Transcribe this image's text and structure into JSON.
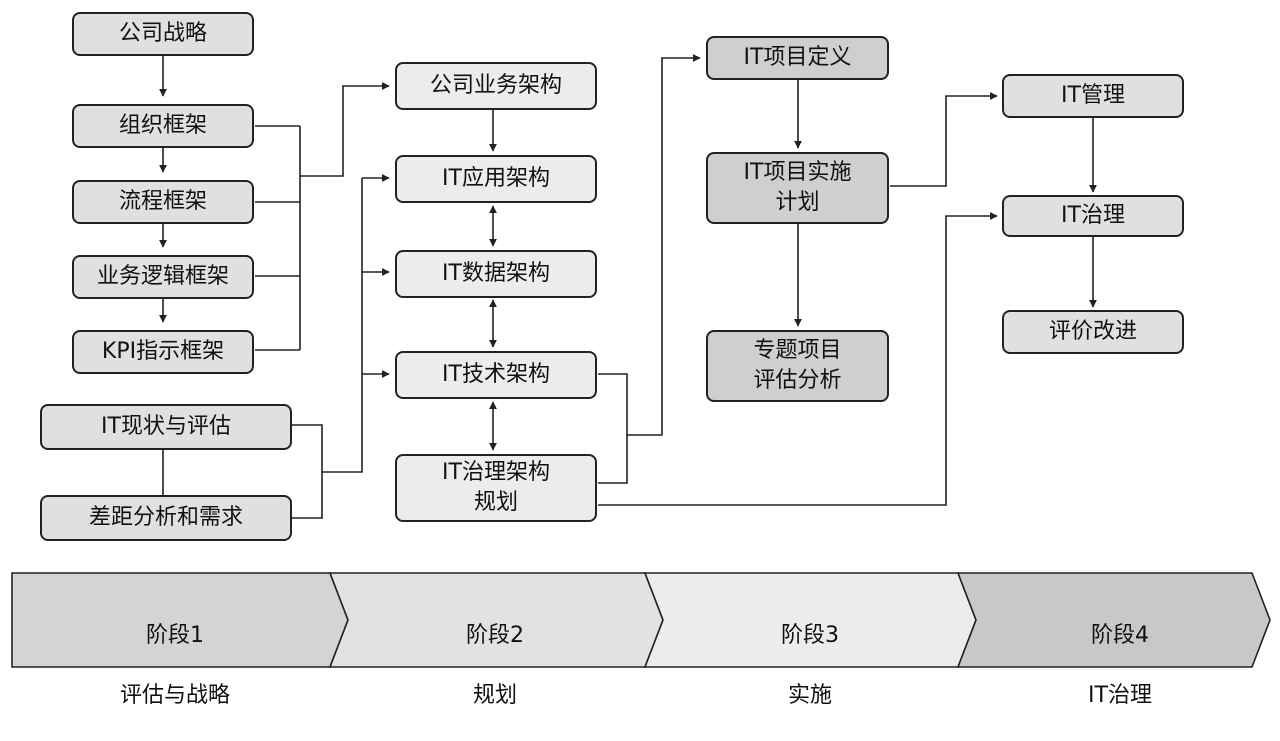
{
  "phase1": {
    "corporate_strategy": "公司战略",
    "org_framework": "组织框架",
    "process_framework": "流程框架",
    "business_logic_framework": "业务逻辑框架",
    "kpi_framework": "KPI指示框架",
    "it_status_assessment": "IT现状与评估",
    "gap_analysis": "差距分析和需求"
  },
  "phase2": {
    "business_architecture": "公司业务架构",
    "it_application_architecture": "IT应用架构",
    "it_data_architecture": "IT数据架构",
    "it_technology_architecture": "IT技术架构",
    "it_governance_planning": "IT治理架构\n规划"
  },
  "phase3": {
    "it_project_definition": "IT项目定义",
    "it_project_plan": "IT项目实施\n计划",
    "special_project_analysis": "专题项目\n评估分析"
  },
  "phase4": {
    "it_management": "IT管理",
    "it_governance": "IT治理",
    "evaluation_improvement": "评价改进"
  },
  "stages": [
    {
      "number": "阶段1",
      "name": "评估与战略"
    },
    {
      "number": "阶段2",
      "name": "规划"
    },
    {
      "number": "阶段3",
      "name": "实施"
    },
    {
      "number": "阶段4",
      "name": "IT治理"
    }
  ],
  "colors": {
    "line": "#222222",
    "node_fill": "#e0e0e0",
    "node_fill_light": "#ececec",
    "node_fill_dark": "#cfcfcf",
    "stage1": "#d4d4d4",
    "stage2": "#e2e2e2",
    "stage3": "#ececec",
    "stage4": "#c8c8c8"
  }
}
